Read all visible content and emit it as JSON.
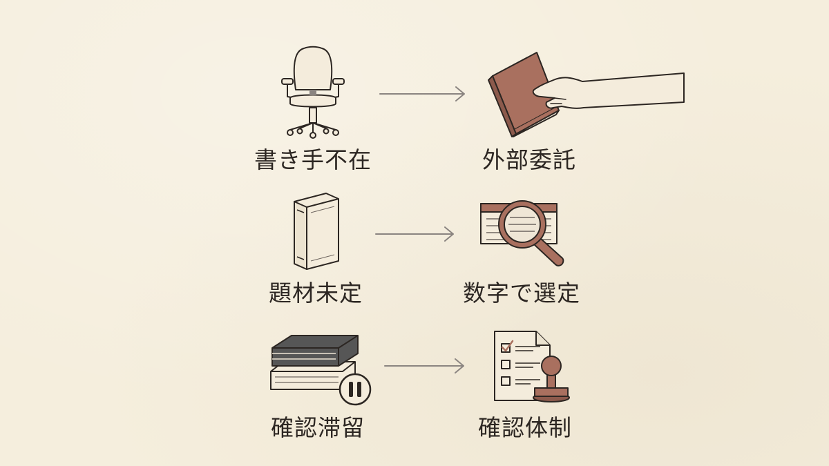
{
  "rows": [
    {
      "problem": "書き手不在",
      "solution": "外部委託"
    },
    {
      "problem": "題材未定",
      "solution": "数字で選定"
    },
    {
      "problem": "確認滞留",
      "solution": "確認体制"
    }
  ],
  "colors": {
    "background": "#f5eedd",
    "ink": "#2c2622",
    "accent_brown": "#a9705f",
    "dark_book": "#565656",
    "arrow": "#8a8480"
  },
  "icons": [
    "office-chair-icon",
    "hand-holding-book-icon",
    "closed-book-icon",
    "magnifier-document-icon",
    "stacked-books-pause-icon",
    "checklist-stamp-icon"
  ]
}
